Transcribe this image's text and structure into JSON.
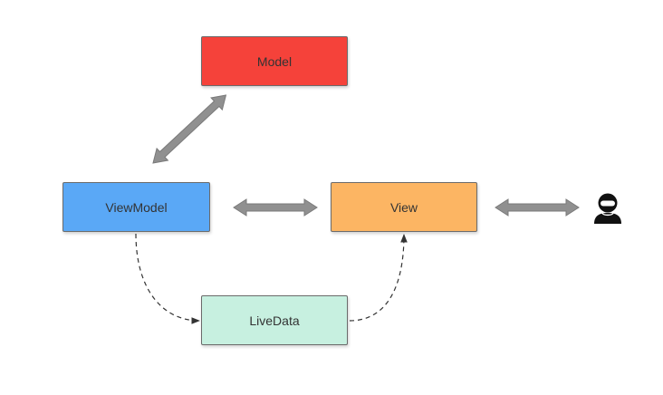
{
  "nodes": {
    "model": {
      "label": "Model",
      "color": "#f5423a"
    },
    "viewmodel": {
      "label": "ViewModel",
      "color": "#5aa8f6"
    },
    "view": {
      "label": "View",
      "color": "#fcb563"
    },
    "livedata": {
      "label": "LiveData",
      "color": "#c7f0e0"
    }
  },
  "connections": [
    {
      "from": "model",
      "to": "viewmodel",
      "style": "double-arrow"
    },
    {
      "from": "viewmodel",
      "to": "view",
      "style": "double-arrow"
    },
    {
      "from": "view",
      "to": "user",
      "style": "double-arrow"
    },
    {
      "from": "viewmodel",
      "to": "livedata",
      "style": "dashed-arrow"
    },
    {
      "from": "livedata",
      "to": "view",
      "style": "dashed-arrow"
    }
  ],
  "user": {
    "icon": "user-icon"
  },
  "colors": {
    "arrow": "#909090",
    "arrow_outline": "#7a7a7a",
    "dashed": "#333333"
  }
}
